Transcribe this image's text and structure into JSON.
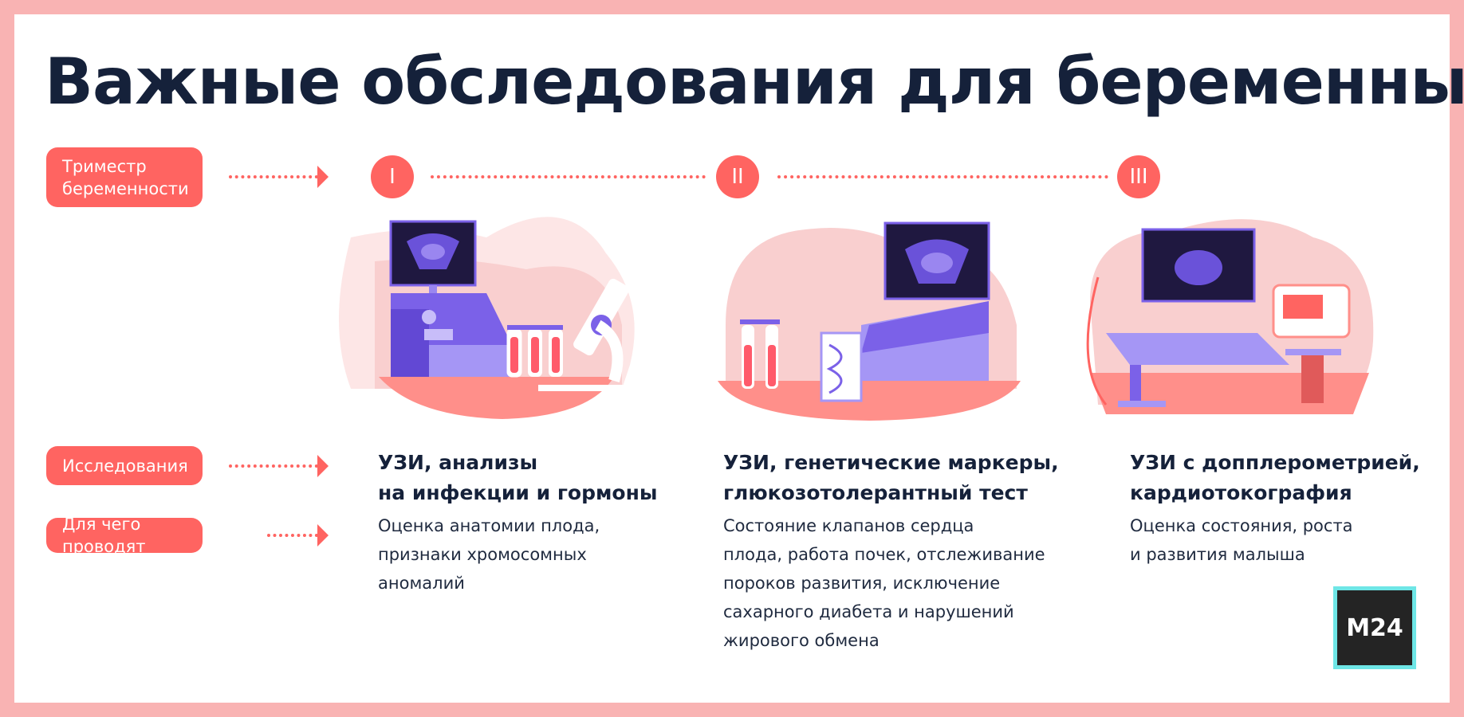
{
  "title": "Важные обследования для беременных",
  "rows": {
    "trimester": "Триместр\nбеременности",
    "studies": "Исследования",
    "purpose": "Для чего проводят"
  },
  "trimesters": [
    {
      "numeral": "I",
      "heading": "УЗИ, анализы\nна инфекции и гормоны",
      "description": "Оценка анатомии плода,\nпризнаки хромосомных\nаномалий"
    },
    {
      "numeral": "II",
      "heading": "УЗИ, генетические маркеры,\nглюкозотолерантный тест",
      "description": "Состояние клапанов сердца\nплода, работа почек, отслеживание\nпороков развития, исключение\nсахарного диабета и нарушений\nжирового обмена"
    },
    {
      "numeral": "III",
      "heading": "УЗИ с допплерометрией,\nкардиотокография",
      "description": "Оценка состояния, роста\nи развития малыша"
    }
  ],
  "logo": "M24",
  "colors": {
    "accent": "#ff6461",
    "border": "#f9b3b3",
    "text": "#15213a",
    "purple": "#7b61e8",
    "logo_border": "#6ee6e6"
  }
}
